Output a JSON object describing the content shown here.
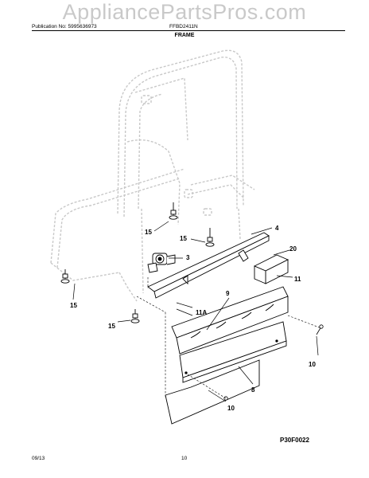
{
  "header": {
    "watermark": "AppliancePartsPros.com",
    "publication": "Publication No: 5995636973",
    "model": "FFBD2411N",
    "section_title": "FRAME"
  },
  "callouts": {
    "c15a": "15",
    "c15b": "15",
    "c15c": "15",
    "c15d": "15",
    "c4": "4",
    "c3": "3",
    "c20": "20",
    "c11": "11",
    "c11a": "11A",
    "c9": "9",
    "c10a": "10",
    "c10b": "10",
    "c8": "8"
  },
  "figure_code": "P30F0022",
  "footer": {
    "date": "09/13",
    "page": "10"
  }
}
